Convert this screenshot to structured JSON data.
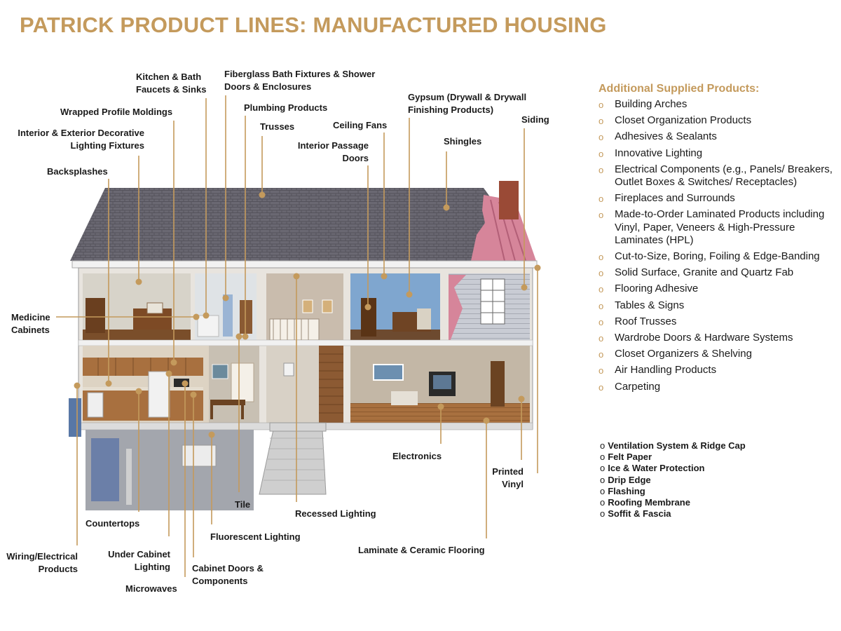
{
  "title": "PATRICK PRODUCT LINES: MANUFACTURED HOUSING",
  "colors": {
    "accent": "#c49a5c",
    "roof": "#5e5c66",
    "insulation": "#d6859a",
    "leader": "#c49a5c"
  },
  "labels": {
    "kitchen_bath_faucets": [
      "Kitchen & Bath",
      "Faucets & Sinks"
    ],
    "fiberglass_bath": [
      "Fiberglass Bath Fixtures & Shower",
      "Doors & Enclosures"
    ],
    "wrapped_profile": "Wrapped Profile Moldings",
    "plumbing": "Plumbing Products",
    "gypsum": [
      "Gypsum (Drywall & Drywall",
      "Finishing Products)"
    ],
    "interior_exterior_lighting": [
      "Interior & Exterior Decorative",
      "Lighting Fixtures"
    ],
    "trusses": "Trusses",
    "ceiling_fans": "Ceiling Fans",
    "siding": "Siding",
    "interior_passage_doors": [
      "Interior Passage",
      "Doors"
    ],
    "shingles": "Shingles",
    "backsplashes": "Backsplashes",
    "medicine_cabinets": [
      "Medicine",
      "Cabinets"
    ],
    "electronics": "Electronics",
    "printed_vinyl": [
      "Printed",
      "Vinyl"
    ],
    "tile": "Tile",
    "recessed_lighting": "Recessed Lighting",
    "countertops": "Countertops",
    "fluorescent_lighting": "Fluorescent Lighting",
    "laminate_ceramic": "Laminate & Ceramic Flooring",
    "wiring_electrical": [
      "Wiring/Electrical",
      "Products"
    ],
    "under_cabinet": [
      "Under Cabinet",
      "Lighting"
    ],
    "cabinet_doors": [
      "Cabinet Doors &",
      "Components"
    ],
    "microwaves": "Microwaves"
  },
  "sidebar": {
    "title": "Additional Supplied Products:",
    "bullet": "o",
    "items": [
      "Building Arches",
      "Closet Organization Products",
      "Adhesives & Sealants",
      "Innovative Lighting",
      "Electrical Components (e.g., Panels/ Breakers, Outlet Boxes & Switches/ Receptacles)",
      "Fireplaces and Surrounds",
      "Made-to-Order Laminated Products including Vinyl, Paper, Veneers & High-Pressure Laminates (HPL)",
      "Cut-to-Size, Boring, Foiling & Edge-Banding",
      "Solid Surface, Granite and Quartz Fab",
      "Flooring Adhesive",
      "Tables & Signs",
      "Roof Trusses",
      "Wardrobe Doors & Hardware Systems",
      "Closet Organizers & Shelving",
      "Air Handling Products",
      "Carpeting"
    ]
  },
  "roofing": {
    "bullet": "o",
    "items": [
      "Ventilation System & Ridge Cap",
      "Felt Paper",
      "Ice & Water Protection",
      "Drip Edge",
      "Flashing",
      "Roofing Membrane",
      "Soffit & Fascia"
    ]
  }
}
